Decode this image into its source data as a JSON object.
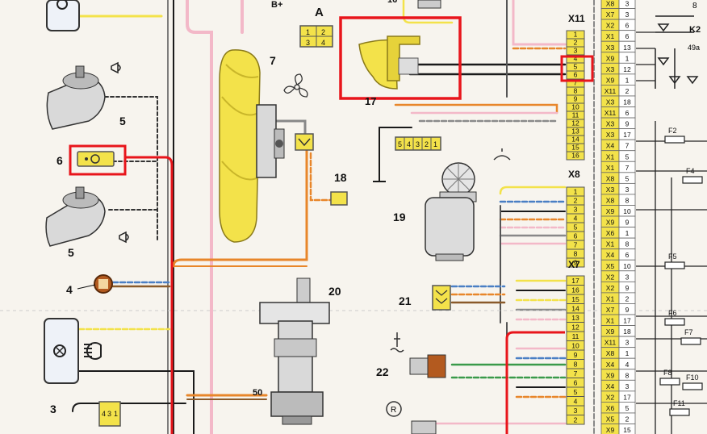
{
  "components": {
    "c3": "3",
    "c4": "4",
    "c5a": "5",
    "c5b": "5",
    "c6": "6",
    "c7": "7",
    "c17": "17",
    "c18": "18",
    "c19": "19",
    "c20": "20",
    "c21": "21",
    "c22": "22",
    "label_a": "A",
    "label_bplus": "B+",
    "label_50": "50",
    "label_top16": "16"
  },
  "connectors": {
    "x11": "X11",
    "x8": "X8",
    "x7": "X7",
    "connector_a_pins": [
      "1",
      "2",
      "3",
      "4"
    ],
    "motor_connector_pins": [
      "5",
      "4",
      "3",
      "2",
      "1"
    ],
    "bottom_connector_pins": [
      "4",
      "3",
      "1"
    ],
    "x11_pins": [
      "1",
      "2",
      "3",
      "4",
      "5",
      "6",
      "7",
      "8",
      "9",
      "10",
      "11",
      "12",
      "13",
      "14",
      "15",
      "16"
    ],
    "x8_pins": [
      "1",
      "2",
      "3",
      "4",
      "5",
      "6",
      "7",
      "8",
      "9"
    ],
    "x7_pins": [
      "17",
      "16",
      "15",
      "14",
      "13",
      "12",
      "11",
      "10",
      "9",
      "8",
      "7",
      "6",
      "5",
      "4",
      "3",
      "2"
    ]
  },
  "fuse_block": {
    "rows": [
      [
        "X8",
        "3"
      ],
      [
        "X7",
        "3"
      ],
      [
        "X2",
        "6"
      ],
      [
        "X1",
        "6"
      ],
      [
        "X3",
        "13"
      ],
      [
        "X9",
        "1"
      ],
      [
        "X3",
        "12"
      ],
      [
        "X9",
        "1"
      ],
      [
        "X11",
        "2"
      ],
      [
        "X3",
        "18"
      ],
      [
        "X11",
        "6"
      ],
      [
        "X3",
        "9"
      ],
      [
        "X3",
        "17"
      ],
      [
        "X4",
        "7"
      ],
      [
        "X1",
        "5"
      ],
      [
        "X1",
        "7"
      ],
      [
        "X8",
        "5"
      ],
      [
        "X3",
        "3"
      ],
      [
        "X8",
        "8"
      ],
      [
        "X9",
        "10"
      ],
      [
        "X9",
        "9"
      ],
      [
        "X6",
        "1"
      ],
      [
        "X1",
        "8"
      ],
      [
        "X4",
        "6"
      ],
      [
        "X5",
        "10"
      ],
      [
        "X2",
        "3"
      ],
      [
        "X2",
        "9"
      ],
      [
        "X1",
        "2"
      ],
      [
        "X7",
        "9"
      ],
      [
        "X1",
        "17"
      ],
      [
        "X9",
        "18"
      ],
      [
        "X11",
        "3"
      ],
      [
        "X8",
        "1"
      ],
      [
        "X4",
        "4"
      ],
      [
        "X9",
        "8"
      ],
      [
        "X4",
        "3"
      ],
      [
        "X2",
        "17"
      ],
      [
        "X6",
        "5"
      ],
      [
        "X5",
        "2"
      ],
      [
        "X9",
        "15"
      ]
    ],
    "relay_k2": "K2",
    "relay_pin": "49a",
    "top_pin": "8",
    "fuses": [
      "F2",
      "F4",
      "F5",
      "F6",
      "F7",
      "F8",
      "F10",
      "F11"
    ]
  },
  "colors": {
    "yellow_part": "#f3e24a",
    "highlight": "#e8151b",
    "wire_pink": "#f3b8c8",
    "wire_orange": "#e8862a",
    "wire_gray": "#8a8a8a",
    "fuse_block": "#f3e24a"
  }
}
